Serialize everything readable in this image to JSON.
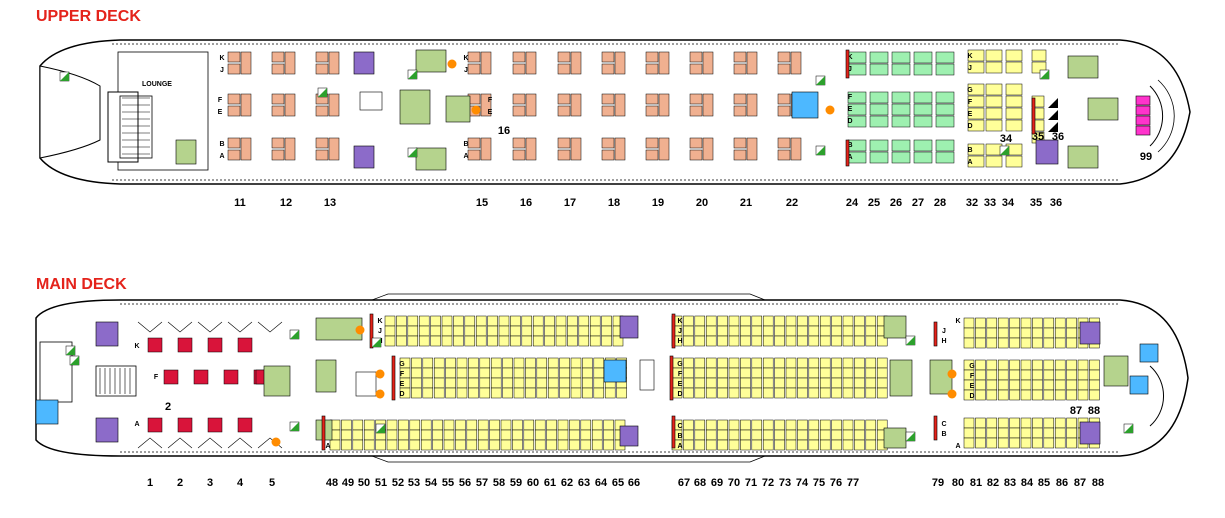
{
  "upper_deck": {
    "title": "UPPER DECK",
    "lounge_label": "LOUNGE",
    "row_labels": [
      "11",
      "12",
      "13",
      "15",
      "16",
      "17",
      "18",
      "19",
      "20",
      "21",
      "22",
      "24",
      "25",
      "26",
      "27",
      "28",
      "32",
      "33",
      "34",
      "35",
      "36"
    ],
    "inline_labels": {
      "row16": "16",
      "row34": "34",
      "row35": "35",
      "row36": "36",
      "bassinet": "99"
    },
    "seat_letters_business": [
      "K",
      "J",
      "F",
      "E",
      "B",
      "A"
    ],
    "seat_letters_premium": [
      "K",
      "J",
      "F",
      "E",
      "D",
      "B",
      "A"
    ],
    "seat_letters_rear": [
      "K",
      "J",
      "G",
      "F",
      "E",
      "D",
      "B",
      "A"
    ]
  },
  "main_deck": {
    "title": "MAIN DECK",
    "row_labels": [
      "1",
      "2",
      "3",
      "4",
      "5",
      "48",
      "49",
      "50",
      "51",
      "52",
      "53",
      "54",
      "55",
      "56",
      "57",
      "58",
      "59",
      "60",
      "61",
      "62",
      "63",
      "64",
      "65",
      "66",
      "67",
      "68",
      "69",
      "70",
      "71",
      "72",
      "73",
      "74",
      "75",
      "76",
      "77",
      "79",
      "80",
      "81",
      "82",
      "83",
      "84",
      "85",
      "86",
      "87",
      "88"
    ],
    "inline_labels": {
      "row2": "2",
      "row87": "87",
      "row88": "88"
    },
    "first_class_letters": [
      "K",
      "F",
      "A"
    ],
    "economy_letters": [
      "K",
      "J",
      "H",
      "G",
      "F",
      "E",
      "D",
      "C",
      "B",
      "A"
    ]
  },
  "colors": {
    "title": "#e4231b",
    "first": "#d9143a",
    "business": "#f0b090",
    "premium": "#9ef0b0",
    "economy": "#ffff99",
    "galley": "#b5d38d",
    "lavatory": "#8c6bc9",
    "bassinet": "#ff33cc",
    "exit": "#ff8c00",
    "water": "#4db8ff"
  }
}
